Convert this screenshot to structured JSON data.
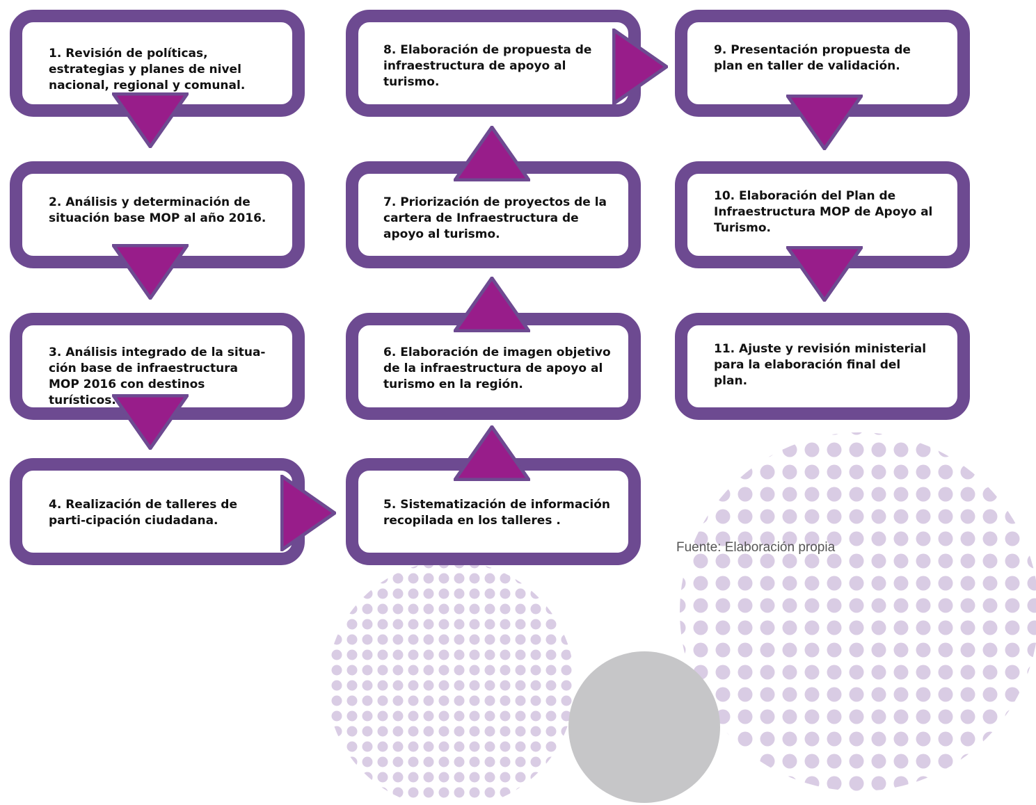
{
  "colors": {
    "box_border": "#6d4a91",
    "arrow_fill": "#981d8a",
    "arrow_outline": "#6d4a91",
    "dots": "#d9cce4",
    "grey_circle": "#c6c6c8"
  },
  "steps": [
    {
      "id": 1,
      "text": "1. Revisión de políticas, estrategias y planes de nivel nacional, regional y comunal."
    },
    {
      "id": 2,
      "text": "2. Análisis y determinación de situación base MOP al año 2016."
    },
    {
      "id": 3,
      "text": "3. Análisis integrado de la situa-ción base de infraestructura MOP 2016 con destinos turísticos."
    },
    {
      "id": 4,
      "text": "4. Realización de talleres de parti-cipación ciudadana."
    },
    {
      "id": 5,
      "text": "5. Sistematización de información recopilada en los talleres ."
    },
    {
      "id": 6,
      "text": "6. Elaboración de imagen objetivo de la infraestructura de apoyo al turismo en la región."
    },
    {
      "id": 7,
      "text": "7. Priorización de proyectos de la cartera de Infraestructura de apoyo al turismo."
    },
    {
      "id": 8,
      "text": "8. Elaboración de propuesta de infraestructura de apoyo al turismo."
    },
    {
      "id": 9,
      "text": "9. Presentación propuesta de plan en taller de validación."
    },
    {
      "id": 10,
      "text": "10. Elaboración del Plan de Infraestructura MOP de Apoyo al Turismo."
    },
    {
      "id": 11,
      "text": "11. Ajuste y revisión ministerial para la elaboración final del plan."
    }
  ],
  "source_note": "Fuente: Elaboración propia"
}
